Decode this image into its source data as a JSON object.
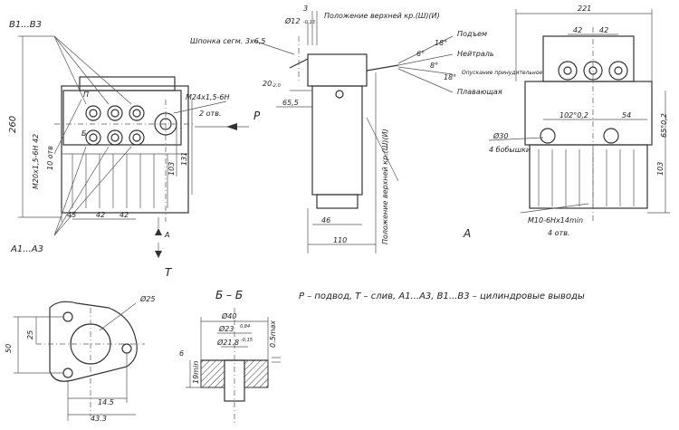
{
  "labels": {
    "b1b3": "B1...B3",
    "a1a3": "A1...A3",
    "p_left": "П",
    "b_left": "Б",
    "m24": "M24x1,5-6H",
    "two_holes": "2 отв.",
    "P": "P",
    "T": "T",
    "A_arrow": "A",
    "m20": "M20x1,5-6H 42",
    "ten_holes": "10 отв",
    "d260": "260",
    "d103_left": "103",
    "d131": "131",
    "d45": "45",
    "d42a": "42",
    "d42b": "42",
    "d3": "3",
    "d12": "Ø12",
    "d12tol": "-0,13",
    "shponka": "Шпонка сегм. 3x6,5",
    "d20": "20",
    "d20tol": "-2,0",
    "d65_5": "65,5",
    "d46": "46",
    "d110": "110",
    "top_pos": "Положение верхней кр.(Ш)(И)",
    "side_pos": "Положение верхней кр.(Ш)(И)",
    "view_a": "A",
    "podem": "Подъем",
    "neitral": "Нейтраль",
    "opusk": "Опускание принудительное",
    "plav": "Плавающая",
    "a6": "6°",
    "a18a": "18°",
    "a8": "8°",
    "a18b": "18°",
    "d221": "221",
    "d42c": "42",
    "d42d": "42",
    "d102": "102°0,2",
    "d54": "54",
    "d65_2": "65°0,2",
    "d30": "Ø30",
    "bob": "4 бобышки",
    "d103_right": "103",
    "m10": "M10-6Hx14min",
    "four_holes": "4 отв.",
    "d25": "Ø25",
    "d50": "50",
    "d25v": "25",
    "d14_5": "14.5",
    "d43_3": "43.3",
    "section": "Б – Б",
    "d40": "Ø40",
    "d23": "Ø23",
    "d23tol": "0,84",
    "d21_8": "Ø21.8",
    "d21tol": "-0,15",
    "d05": "0.5max",
    "d19": "19min",
    "d6": "6",
    "legend": "P – подвод, T – слив, A1...A3, B1...B3 – цилиндровые выводы"
  }
}
